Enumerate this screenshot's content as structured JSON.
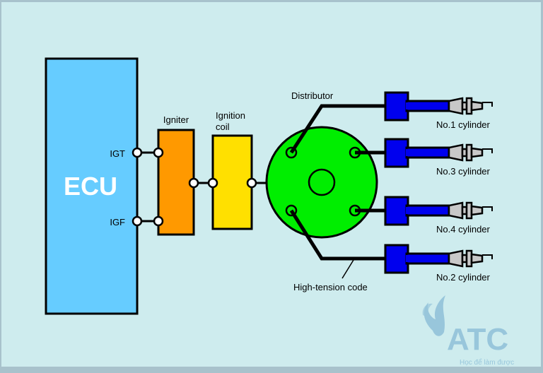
{
  "diagram": {
    "colors": {
      "background": "#ceecee",
      "frame": "#a8c2cc",
      "ecu": "#66ccff",
      "igniter": "#ff9900",
      "ignition_coil": "#ffe000",
      "distributor": "#00ee00",
      "plug_wire": "#0000ee",
      "spark_plug": "#c8c8c8",
      "terminal": "#ffffff",
      "line": "#000000",
      "logo": "#8fc0d8"
    },
    "ecu": {
      "label": "ECU",
      "terminals": [
        "IGT",
        "IGF"
      ]
    },
    "igniter": {
      "label": "Igniter"
    },
    "ignition_coil": {
      "label_line1": "Ignition",
      "label_line2": "coil"
    },
    "distributor": {
      "label": "Distributor"
    },
    "high_tension_label": "High-tension code",
    "cylinders": [
      {
        "label": "No.1 cylinder"
      },
      {
        "label": "No.3 cylinder"
      },
      {
        "label": "No.4 cylinder"
      },
      {
        "label": "No.2 cylinder"
      }
    ],
    "logo": {
      "name": "ATC",
      "slogan": "Học để làm được"
    }
  }
}
